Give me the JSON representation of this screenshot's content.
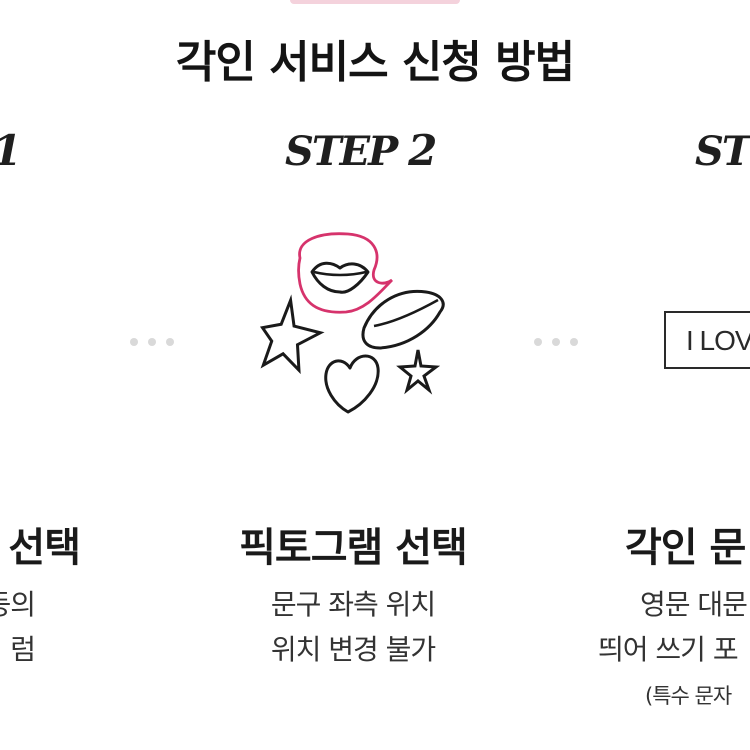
{
  "title": "각인 서비스 신청 방법",
  "steps": [
    {
      "label_prefix": "",
      "label_num": "1",
      "title": "선택",
      "desc1": "등의",
      "desc2": "럼",
      "note": ""
    },
    {
      "label_prefix": "STEP ",
      "label_num": "2",
      "title": "픽토그램 선택",
      "desc1": "문구 좌측 위치",
      "desc2": "위치 변경 불가",
      "note": ""
    },
    {
      "label_prefix": "ST",
      "label_num": "",
      "title": "각인 문",
      "desc1": "영문 대문",
      "desc2": "띄어 쓰기 포",
      "note": "(특수 문자"
    }
  ],
  "engrave_preview": "I LOV",
  "colors": {
    "selection_ring": "#d6336c",
    "outline": "#1a1a1a",
    "dots": "#d9d9d9",
    "top_accent": "#f4d2dc"
  },
  "icons": {
    "pictograms": [
      "star-icon",
      "lips-icon",
      "heart-icon",
      "small-star-icon"
    ]
  }
}
